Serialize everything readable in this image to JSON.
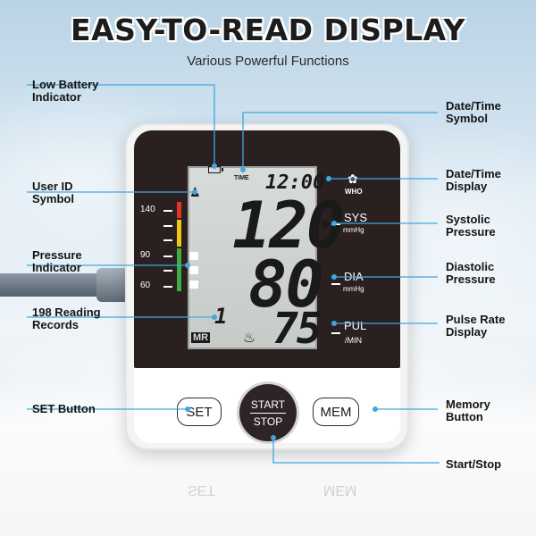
{
  "header": {
    "title": "EASY-TO-READ DISPLAY",
    "subtitle": "Various Powerful Functions"
  },
  "callouts": {
    "low_battery": [
      "Low Battery",
      "Indicator"
    ],
    "user_id": [
      "User ID",
      "Symbol"
    ],
    "pressure_indicator": [
      "Pressure",
      "Indicator"
    ],
    "reading_records": [
      "198 Reading",
      "Records"
    ],
    "set_button": "SET Button",
    "date_time_symbol": [
      "Date/Time",
      "Symbol"
    ],
    "date_time_display": [
      "Date/Time",
      "Display"
    ],
    "systolic": [
      "Systolic",
      "Pressure"
    ],
    "diastolic": [
      "Diastolic",
      "Pressure"
    ],
    "pulse": [
      "Pulse Rate",
      "Display"
    ],
    "memory_button": [
      "Memory",
      "Button"
    ],
    "start_stop": "Start/Stop"
  },
  "display": {
    "time_icon_label": "TIME",
    "time": "12:00",
    "who": "WHO",
    "systolic": "120",
    "diastolic": "80",
    "pulse": "75",
    "memory_index": "1",
    "mr_badge": "MR"
  },
  "panel": {
    "sys_label": "SYS",
    "dia_label": "DIA",
    "pul_label": "PUL",
    "mmhg": "mmHg",
    "per_min": "/MIN",
    "scale": [
      "140",
      "90",
      "60"
    ]
  },
  "buttons": {
    "set": "SET",
    "start": "START",
    "stop": "STOP",
    "mem": "MEM"
  },
  "colors": {
    "bar_red": "#e4322b",
    "bar_yellow": "#f3c614",
    "bar_green": "#3fae49",
    "callout_line": "#3fa8e0"
  }
}
